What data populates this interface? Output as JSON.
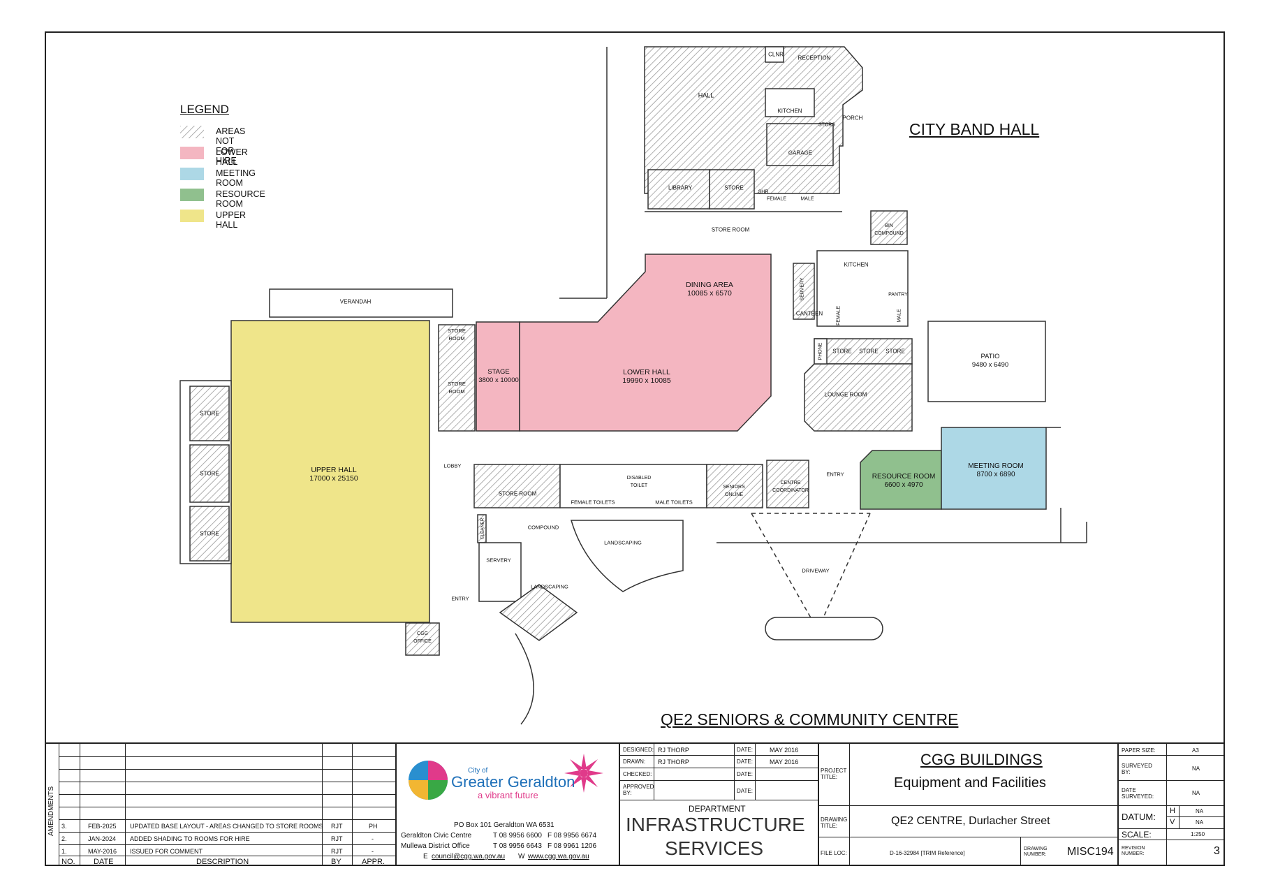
{
  "legend": {
    "title": "LEGEND",
    "items": [
      {
        "label": "AREAS NOT FOR HIRE",
        "color": "hatch"
      },
      {
        "label": "LOWER HALL",
        "color": "#f4b6c1"
      },
      {
        "label": "MEETING ROOM",
        "color": "#add8e6"
      },
      {
        "label": "RESOURCE ROOM",
        "color": "#90c08e"
      },
      {
        "label": "UPPER HALL",
        "color": "#efe58a"
      }
    ]
  },
  "titles": {
    "city_band_hall": "CITY BAND HALL",
    "centre": "QE2 SENIORS & COMMUNITY CENTRE"
  },
  "rooms": {
    "hall": "HALL",
    "clnr": "CLNR",
    "reception": "RECEPTION",
    "kitchen_top": "KITCHEN",
    "porch": "PORCH",
    "stors": "STORS",
    "garage": "GARAGE",
    "library": "LIBRARY",
    "store_top": "STORE",
    "shr": "SHR",
    "female_top": "FEMALE",
    "male_top": "MALE",
    "store_room_top": "STORE ROOM",
    "bin_compound": "BIN\nCOMPOUND",
    "dining_area": "DINING AREA\n10085 x 6570",
    "kitchen": "KITCHEN",
    "servery_right": "SERVERY",
    "pantry": "PANTRY",
    "canteen": "CANTEEN",
    "female_r": "FEMALE",
    "male_r": "MALE",
    "verandah": "VERANDAH",
    "store_room_a": "STORE\nROOM",
    "store_room_b": "STORE\nROOM",
    "stage": "STAGE\n3800 x 10000",
    "lower_hall": "LOWER HALL\n19990 x 10085",
    "phone": "PHONE",
    "store_1": "STORE",
    "store_2": "STORE",
    "store_3": "STORE",
    "patio": "PATIO\n9480 x 6490",
    "lounge_room": "LOUNGE ROOM",
    "store_l1": "STORE",
    "store_l2": "STORE",
    "store_l3": "STORE",
    "upper_hall": "UPPER HALL\n17000 x 25150",
    "lobby": "LOBBY",
    "store_room_c": "STORE ROOM",
    "disabled_toilet": "DISABLED\nTOILET",
    "female_toilets": "FEMALE TOILETS",
    "male_toilets": "MALE TOILETS",
    "seniors_online": "SENIORS\nONLINE",
    "centre_coordinator": "CENTRE\nCOORDINATOR",
    "entry_right": "ENTRY",
    "resource_room": "RESOURCE ROOM\n6600 x 4970",
    "meeting_room": "MEETING ROOM\n8700 x 6890",
    "cleaner": "CLEANER",
    "compound": "COMPOUND",
    "servery_left": "SERVERY",
    "landscaping_1": "LANDSCAPING",
    "landscaping_2": "LANDSCAPING",
    "driveway": "DRIVEWAY",
    "entry_left": "ENTRY",
    "cgg_office": "CGG\nOFFICE"
  },
  "amendments": {
    "side_label": "AMENDMENTS",
    "headers": {
      "no": "NO.",
      "date": "DATE",
      "description": "DESCRIPTION",
      "by": "BY",
      "appr": "APPR."
    },
    "rows": [
      {
        "no": "3.",
        "date": "FEB-2025",
        "description": "UPDATED BASE LAYOUT - AREAS CHANGED TO STORE ROOMS",
        "by": "RJT",
        "appr": "PH"
      },
      {
        "no": "2.",
        "date": "JAN-2024",
        "description": "ADDED SHADING TO ROOMS FOR HIRE",
        "by": "RJT",
        "appr": "-"
      },
      {
        "no": "1.",
        "date": "MAY-2016",
        "description": "ISSUED FOR COMMENT",
        "by": "RJT",
        "appr": "-"
      }
    ]
  },
  "council": {
    "logo_small": "City of",
    "logo_name": "Greater Geraldton",
    "logo_tagline": "a vibrant future",
    "po_box": "PO Box 101 Geraldton WA 6531",
    "civic_label": "Geraldton Civic Centre",
    "civic_t": "T  08 9956 6600",
    "civic_f": "F  08 9956 6674",
    "mullewa_label": "Mullewa District Office",
    "mullewa_t": "T  08 9956 6643",
    "mullewa_f": "F  08 9961 1206",
    "email_prefix": "E",
    "email": "council@cgg.wa.gov.au",
    "web_prefix": "W",
    "web": "www.cgg.wa.gov.au"
  },
  "signoff": {
    "designed_label": "DESIGNED:",
    "designed": "RJ THORP",
    "designed_date_label": "DATE:",
    "designed_date": "MAY 2016",
    "drawn_label": "DRAWN:",
    "drawn": "RJ THORP",
    "drawn_date_label": "DATE:",
    "drawn_date": "MAY 2016",
    "checked_label": "CHECKED:",
    "checked_date_label": "DATE:",
    "approved_label": "APPROVED\nBY:",
    "approved_date_label": "DATE:",
    "dept_label": "DEPARTMENT",
    "dept_name_1": "INFRASTRUCTURE",
    "dept_name_2": "SERVICES"
  },
  "project": {
    "project_title_label": "PROJECT\nTITLE:",
    "title_1": "CGG BUILDINGS",
    "title_2": "Equipment and Facilities",
    "drawing_title_label": "DRAWING\nTITLE:",
    "drawing_title": "QE2 CENTRE, Durlacher Street",
    "file_loc_label": "FILE LOC:",
    "file_loc": "D-16-32984 [TRIM Reference]",
    "drawing_number_label": "DRAWING\nNUMBER:",
    "drawing_number": "MISC194"
  },
  "sheet_info": {
    "paper_size_label": "PAPER SIZE:",
    "paper_size": "A3",
    "surveyed_by_label": "SURVEYED\nBY:",
    "surveyed_by": "NA",
    "date_surveyed_label": "DATE\nSURVEYED:",
    "date_surveyed": "NA",
    "datum_label": "DATUM:",
    "datum_h_label": "H",
    "datum_h": "NA",
    "datum_v_label": "V",
    "datum_v": "NA",
    "scale_label": "SCALE:",
    "scale": "1:250",
    "revision_label": "REVISION\nNUMBER:",
    "revision": "3"
  }
}
